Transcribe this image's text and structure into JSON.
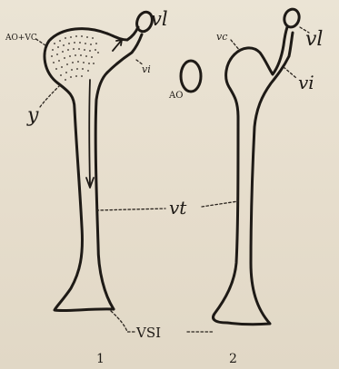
{
  "labels": {
    "ao_vc": "AO+VC",
    "vl_left": "vl",
    "vi_left": "vi",
    "y": "y",
    "ao": "AO",
    "vc": "vc",
    "vl_right": "vl",
    "vi_right": "vi",
    "vt": "vt",
    "vsi": "VSI"
  },
  "figure_numbers": {
    "left": "1",
    "right": "2"
  },
  "colors": {
    "ink": "#1e1a16",
    "paper": "#e7dfcf"
  }
}
